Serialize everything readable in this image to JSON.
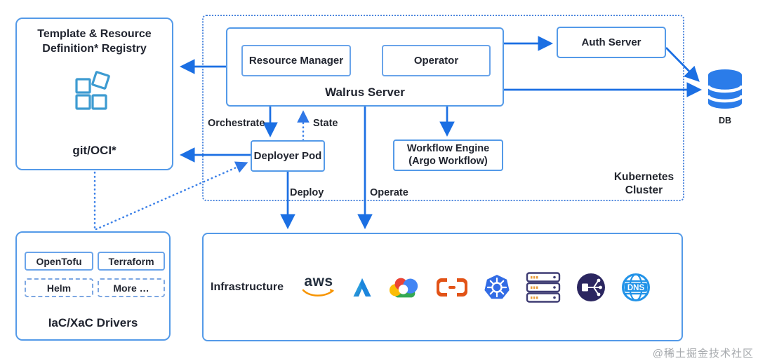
{
  "registry": {
    "title": "Template & Resource Definition* Registry",
    "tech": "git/OCI*"
  },
  "walrus_server": {
    "label": "Walrus Server",
    "resource_manager": "Resource Manager",
    "operator": "Operator"
  },
  "auth_server": {
    "label": "Auth Server"
  },
  "database": {
    "label": "DB"
  },
  "kubernetes_cluster": {
    "label": "Kubernetes Cluster"
  },
  "deployer_pod": {
    "label": "Deployer Pod"
  },
  "workflow_engine": {
    "line1": "Workflow Engine",
    "line2": "(Argo Workflow)"
  },
  "edges": {
    "orchestrate": "Orchestrate",
    "state": "State",
    "deploy": "Deploy",
    "operate": "Operate"
  },
  "iac_drivers": {
    "title": "IaC/XaC Drivers",
    "opentofu": "OpenTofu",
    "terraform": "Terraform",
    "helm": "Helm",
    "more": "More …"
  },
  "infrastructure": {
    "label": "Infrastructure",
    "aws_label": "aws",
    "dns_label": "DNS",
    "providers": [
      "aws",
      "azure",
      "google-cloud",
      "alibaba-cloud",
      "kubernetes",
      "server-rack",
      "load-balancer",
      "dns"
    ]
  },
  "watermark": "@稀土掘金技术社区",
  "colors": {
    "line_blue": "#1b6fe3",
    "border_blue": "#549ae8",
    "dotted_blue": "#3b80e8",
    "k8s_blue": "#326ce5",
    "db_blue": "#2b7ce9",
    "aws_orange": "#f79400",
    "alibaba_orange": "#e25317",
    "navy": "#2b2660",
    "dns_blue": "#2293e8",
    "registry_icon_blue": "#3d9bd1"
  }
}
